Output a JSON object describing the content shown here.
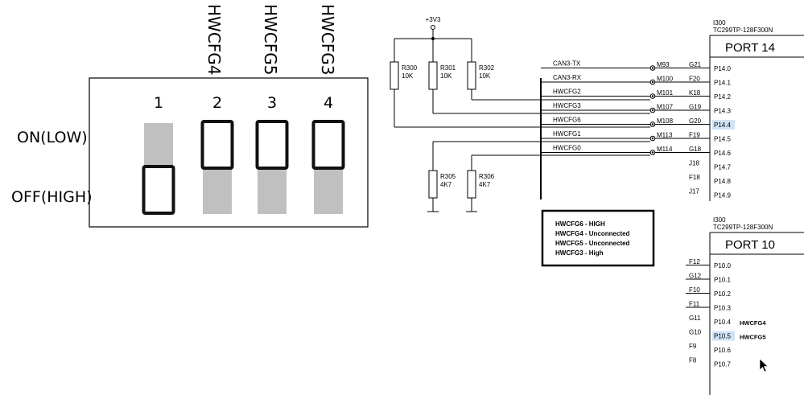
{
  "switch": {
    "column_numbers": [
      "1",
      "2",
      "3",
      "4"
    ],
    "rotated_labels": [
      "HWCFG4",
      "HWCFG5",
      "HWCFG3"
    ],
    "on_label": "ON(LOW)",
    "off_label": "OFF(HIGH)",
    "positions": [
      "off",
      "on",
      "on",
      "on"
    ],
    "track_color": "#c0c0c0",
    "knob_color": "#111111"
  },
  "power": {
    "label": "+3V3"
  },
  "resistors": [
    {
      "ref": "R300",
      "value": "10K"
    },
    {
      "ref": "R301",
      "value": "10K"
    },
    {
      "ref": "R302",
      "value": "10K"
    },
    {
      "ref": "R305",
      "value": "4K7"
    },
    {
      "ref": "R306",
      "value": "4K7"
    }
  ],
  "signals": [
    {
      "net": "CAN3-TX",
      "marker": "M93",
      "ball": "G21",
      "pin": "P14.0"
    },
    {
      "net": "CAN3-RX",
      "marker": "M100",
      "ball": "F20",
      "pin": "P14.1"
    },
    {
      "net": "HWCFG2",
      "marker": "M101",
      "ball": "K18",
      "pin": "P14.2"
    },
    {
      "net": "HWCFG3",
      "marker": "M107",
      "ball": "G19",
      "pin": "P14.3"
    },
    {
      "net": "HWCFG6",
      "marker": "M108",
      "ball": "G20",
      "pin": "P14.4"
    },
    {
      "net": "HWCFG1",
      "marker": "M113",
      "ball": "F19",
      "pin": "P14.5"
    },
    {
      "net": "HWCFG0",
      "marker": "M114",
      "ball": "G18",
      "pin": "P14.6"
    },
    {
      "net": "",
      "marker": "",
      "ball": "J18",
      "pin": "P14.7"
    },
    {
      "net": "",
      "marker": "",
      "ball": "F18",
      "pin": "P14.8"
    },
    {
      "net": "",
      "marker": "",
      "ball": "J17",
      "pin": "P14.9"
    }
  ],
  "port14": {
    "ref": "I300",
    "part": "TC299TP-128F300N",
    "title": "PORT 14"
  },
  "port10": {
    "ref": "I300",
    "part": "TC299TP-128F300N",
    "title": "PORT 10",
    "pins": [
      {
        "ball": "F12",
        "pin": "P10.0",
        "net": ""
      },
      {
        "ball": "G12",
        "pin": "P10.1",
        "net": ""
      },
      {
        "ball": "F10",
        "pin": "P10.2",
        "net": ""
      },
      {
        "ball": "F11",
        "pin": "P10.3",
        "net": ""
      },
      {
        "ball": "G11",
        "pin": "P10.4",
        "net": "HWCFG4"
      },
      {
        "ball": "G10",
        "pin": "P10.5",
        "net": "HWCFG5"
      },
      {
        "ball": "F9",
        "pin": "P10.6",
        "net": ""
      },
      {
        "ball": "F8",
        "pin": "P10.7",
        "net": ""
      }
    ]
  },
  "note": [
    "HWCFG6 - HIGH",
    "HWCFG4 - Unconnected",
    "HWCFG5 - Unconnected",
    "HWCFG3 - High"
  ],
  "highlight_color": "#cfe3f7"
}
